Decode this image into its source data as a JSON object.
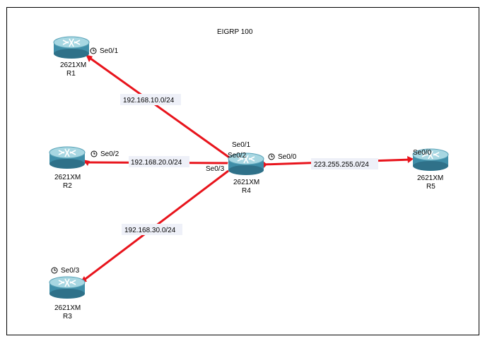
{
  "title": "EIGRP 100",
  "colors": {
    "link": "#e8141c",
    "router_top": "#9fd3de",
    "router_body": "#3f8ea8",
    "label_bg": "#eef0f8"
  },
  "routers": [
    {
      "id": "R1",
      "model": "2621XM",
      "name": "R1"
    },
    {
      "id": "R2",
      "model": "2621XM",
      "name": "R2"
    },
    {
      "id": "R3",
      "model": "2621XM",
      "name": "R3"
    },
    {
      "id": "R4",
      "model": "2621XM",
      "name": "R4"
    },
    {
      "id": "R5",
      "model": "2621XM",
      "name": "R5"
    }
  ],
  "interfaces": [
    {
      "id": "r1-se01",
      "text": "Se0/1",
      "clock": true
    },
    {
      "id": "r2-se02",
      "text": "Se0/2",
      "clock": true
    },
    {
      "id": "r3-se03",
      "text": "Se0/3",
      "clock": true
    },
    {
      "id": "r4-se01",
      "text": "Se0/1",
      "clock": false
    },
    {
      "id": "r4-se02",
      "text": "Se0/2",
      "clock": false
    },
    {
      "id": "r4-se03",
      "text": "Se0/3",
      "clock": false
    },
    {
      "id": "r4-se00",
      "text": "Se0/0",
      "clock": true
    },
    {
      "id": "r5-se00",
      "text": "Se0/0",
      "clock": false
    }
  ],
  "networks": [
    {
      "id": "net1",
      "text": "192.168.10.0/24"
    },
    {
      "id": "net2",
      "text": "192.168.20.0/24"
    },
    {
      "id": "net3",
      "text": "192.168.30.0/24"
    },
    {
      "id": "net4",
      "text": "223.255.255.0/24"
    }
  ]
}
